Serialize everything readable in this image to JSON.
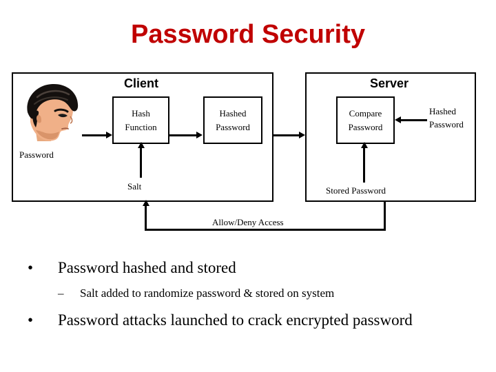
{
  "slide": {
    "title": "Password Security",
    "title_color": "#C00000"
  },
  "diagram": {
    "client": {
      "label": "Client",
      "avatar_name": "user-head-avatar",
      "password_label": "Password",
      "hash_function_line1": "Hash",
      "hash_function_line2": "Function",
      "hashed_password_line1": "Hashed",
      "hashed_password_line2": "Password",
      "salt_label": "Salt"
    },
    "server": {
      "label": "Server",
      "compare_password_line1": "Compare",
      "compare_password_line2": "Password",
      "hashed_password_label": "Hashed Password",
      "stored_password_label": "Stored Password"
    },
    "feedback_label": "Allow/Deny Access"
  },
  "bullets": [
    {
      "level": 1,
      "marker": "•",
      "text": "Password hashed and stored"
    },
    {
      "level": 2,
      "marker": "–",
      "text": "Salt added to randomize password & stored on system"
    },
    {
      "level": 1,
      "marker": "•",
      "text": "Password attacks launched to crack encrypted password"
    }
  ]
}
